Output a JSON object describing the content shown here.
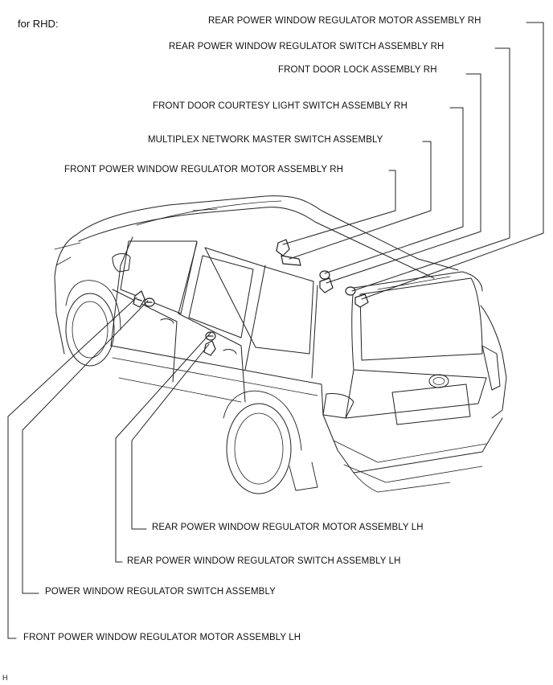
{
  "title": "for RHD:",
  "code": "H",
  "labels": {
    "rear_motor_rh": "REAR POWER WINDOW REGULATOR MOTOR ASSEMBLY RH",
    "rear_switch_rh": "REAR POWER WINDOW REGULATOR SWITCH ASSEMBLY RH",
    "front_lock_rh": "FRONT DOOR LOCK ASSEMBLY RH",
    "courtesy_rh": "FRONT DOOR COURTESY LIGHT SWITCH ASSEMBLY RH",
    "master_switch": "MULTIPLEX NETWORK MASTER SWITCH ASSEMBLY",
    "front_motor_rh": "FRONT POWER WINDOW REGULATOR MOTOR ASSEMBLY RH",
    "rear_motor_lh": "REAR POWER WINDOW REGULATOR MOTOR ASSEMBLY LH",
    "rear_switch_lh": "REAR POWER WINDOW REGULATOR SWITCH ASSEMBLY LH",
    "pw_switch": "POWER WINDOW REGULATOR SWITCH ASSEMBLY",
    "front_motor_lh": "FRONT POWER WINDOW REGULATOR MOTOR ASSEMBLY LH"
  }
}
